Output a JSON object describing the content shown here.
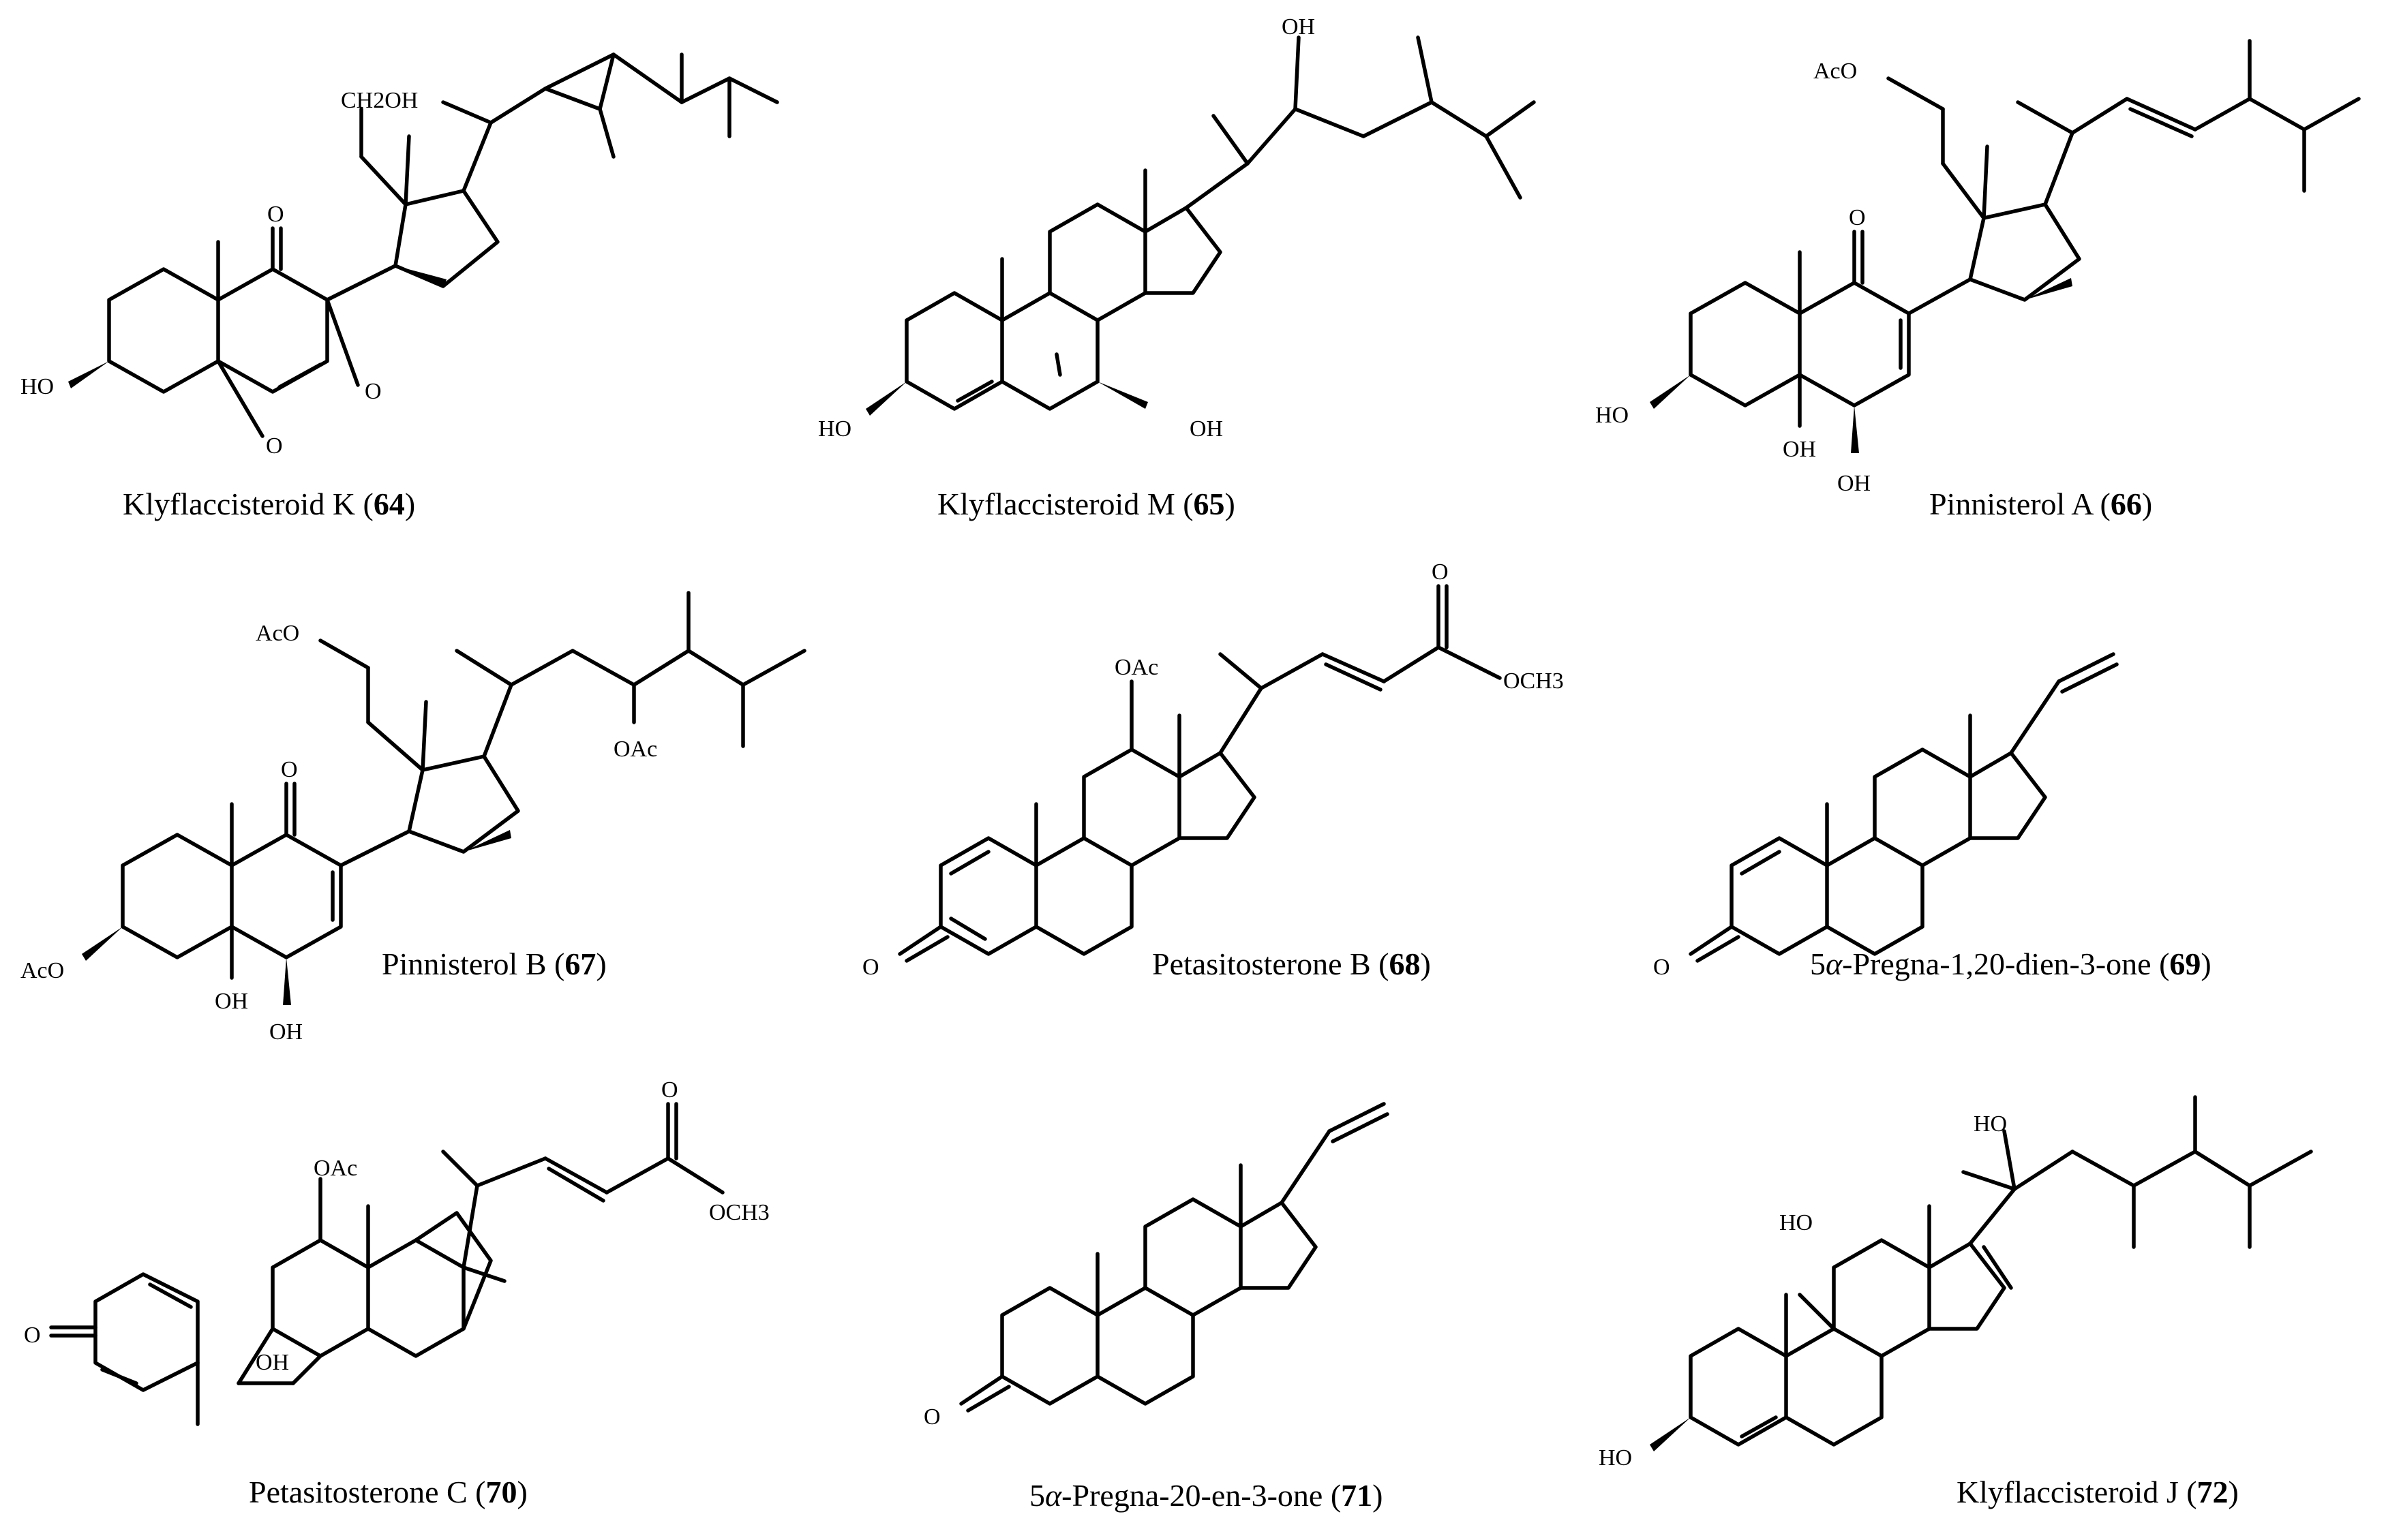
{
  "figure": {
    "compounds": [
      {
        "id": "64",
        "name": "Klyflaccisteroid K",
        "caption_name": "Klyflaccisteroid K (",
        "number": "64",
        "close": ")",
        "labels": {
          "ch2oh": "CH2OH",
          "ho3": "HO",
          "o_ketone": "O",
          "o_peroxide_1": "O",
          "o_peroxide_2": "O"
        }
      },
      {
        "id": "65",
        "name": "Klyflaccisteroid M",
        "caption_name": "Klyflaccisteroid M (",
        "number": "65",
        "close": ")",
        "labels": {
          "ho3": "HO",
          "oh7": "OH",
          "oh22": "OH"
        }
      },
      {
        "id": "66",
        "name": "Pinnisterol A",
        "caption_name": "Pinnisterol A (",
        "number": "66",
        "close": ")",
        "labels": {
          "aco": "AcO",
          "ho3": "HO",
          "oh5": "OH",
          "oh6": "OH",
          "o_ketone": "O"
        }
      },
      {
        "id": "67",
        "name": "Pinnisterol B",
        "caption_name": "Pinnisterol B (",
        "number": "67",
        "close": ")",
        "labels": {
          "aco_chain": "AcO",
          "oac_side": "OAc",
          "aco3": "AcO",
          "oh5": "OH",
          "oh6": "OH",
          "o_ketone": "O"
        }
      },
      {
        "id": "68",
        "name": "Petasitosterone B",
        "caption_name": "Petasitosterone B (",
        "number": "68",
        "close": ")",
        "labels": {
          "oac12": "OAc",
          "o_ester": "O",
          "och3": "OCH3",
          "o3": "O"
        }
      },
      {
        "id": "69",
        "name": "5α-Pregna-1,20-dien-3-one",
        "caption_prefix": "5",
        "caption_greek": "α",
        "caption_name": "-Pregna-1,20-dien-3-one (",
        "number": "69",
        "close": ")",
        "labels": {
          "o3": "O"
        }
      },
      {
        "id": "70",
        "name": "Petasitosterone C",
        "caption_name": "Petasitosterone C (",
        "number": "70",
        "close": ")",
        "labels": {
          "oac12": "OAc",
          "o_ester": "O",
          "och3": "OCH3",
          "o_enone": "O",
          "oh": "OH"
        }
      },
      {
        "id": "71",
        "name": "5α-Pregna-20-en-3-one",
        "caption_prefix": "5",
        "caption_greek": "α",
        "caption_name": "-Pregna-20-en-3-one (",
        "number": "71",
        "close": ")",
        "labels": {
          "o3": "O"
        }
      },
      {
        "id": "72",
        "name": "Klyflaccisteroid J",
        "caption_name": "Klyflaccisteroid J (",
        "number": "72",
        "close": ")",
        "labels": {
          "ho20": "HO",
          "ho11": "HO",
          "ho3": "HO"
        }
      }
    ]
  }
}
